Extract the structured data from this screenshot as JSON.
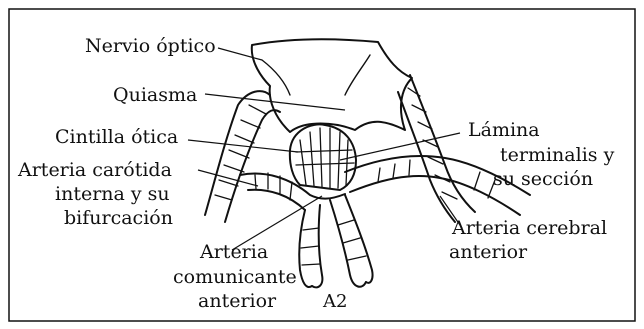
{
  "figure": {
    "labels": {
      "nervio_optico": "Nervio óptico",
      "quiasma": "Quiasma",
      "cintilla_optica": "Cintilla ótica",
      "carotida_line1": "Arteria carótida",
      "carotida_line2": "interna y su",
      "carotida_line3": "bifurcación",
      "lamina_line1": "Lámina",
      "lamina_line2": "terminalis y",
      "lamina_line3": "su sección",
      "cerebral_line1": "Arteria cerebral",
      "cerebral_line2": "anterior",
      "comunicante_line1": "Arteria",
      "comunicante_line2": "comunicante",
      "comunicante_line3": "anterior",
      "a2": "A2"
    },
    "colors": {
      "ink": "#111111",
      "background": "#ffffff"
    }
  }
}
